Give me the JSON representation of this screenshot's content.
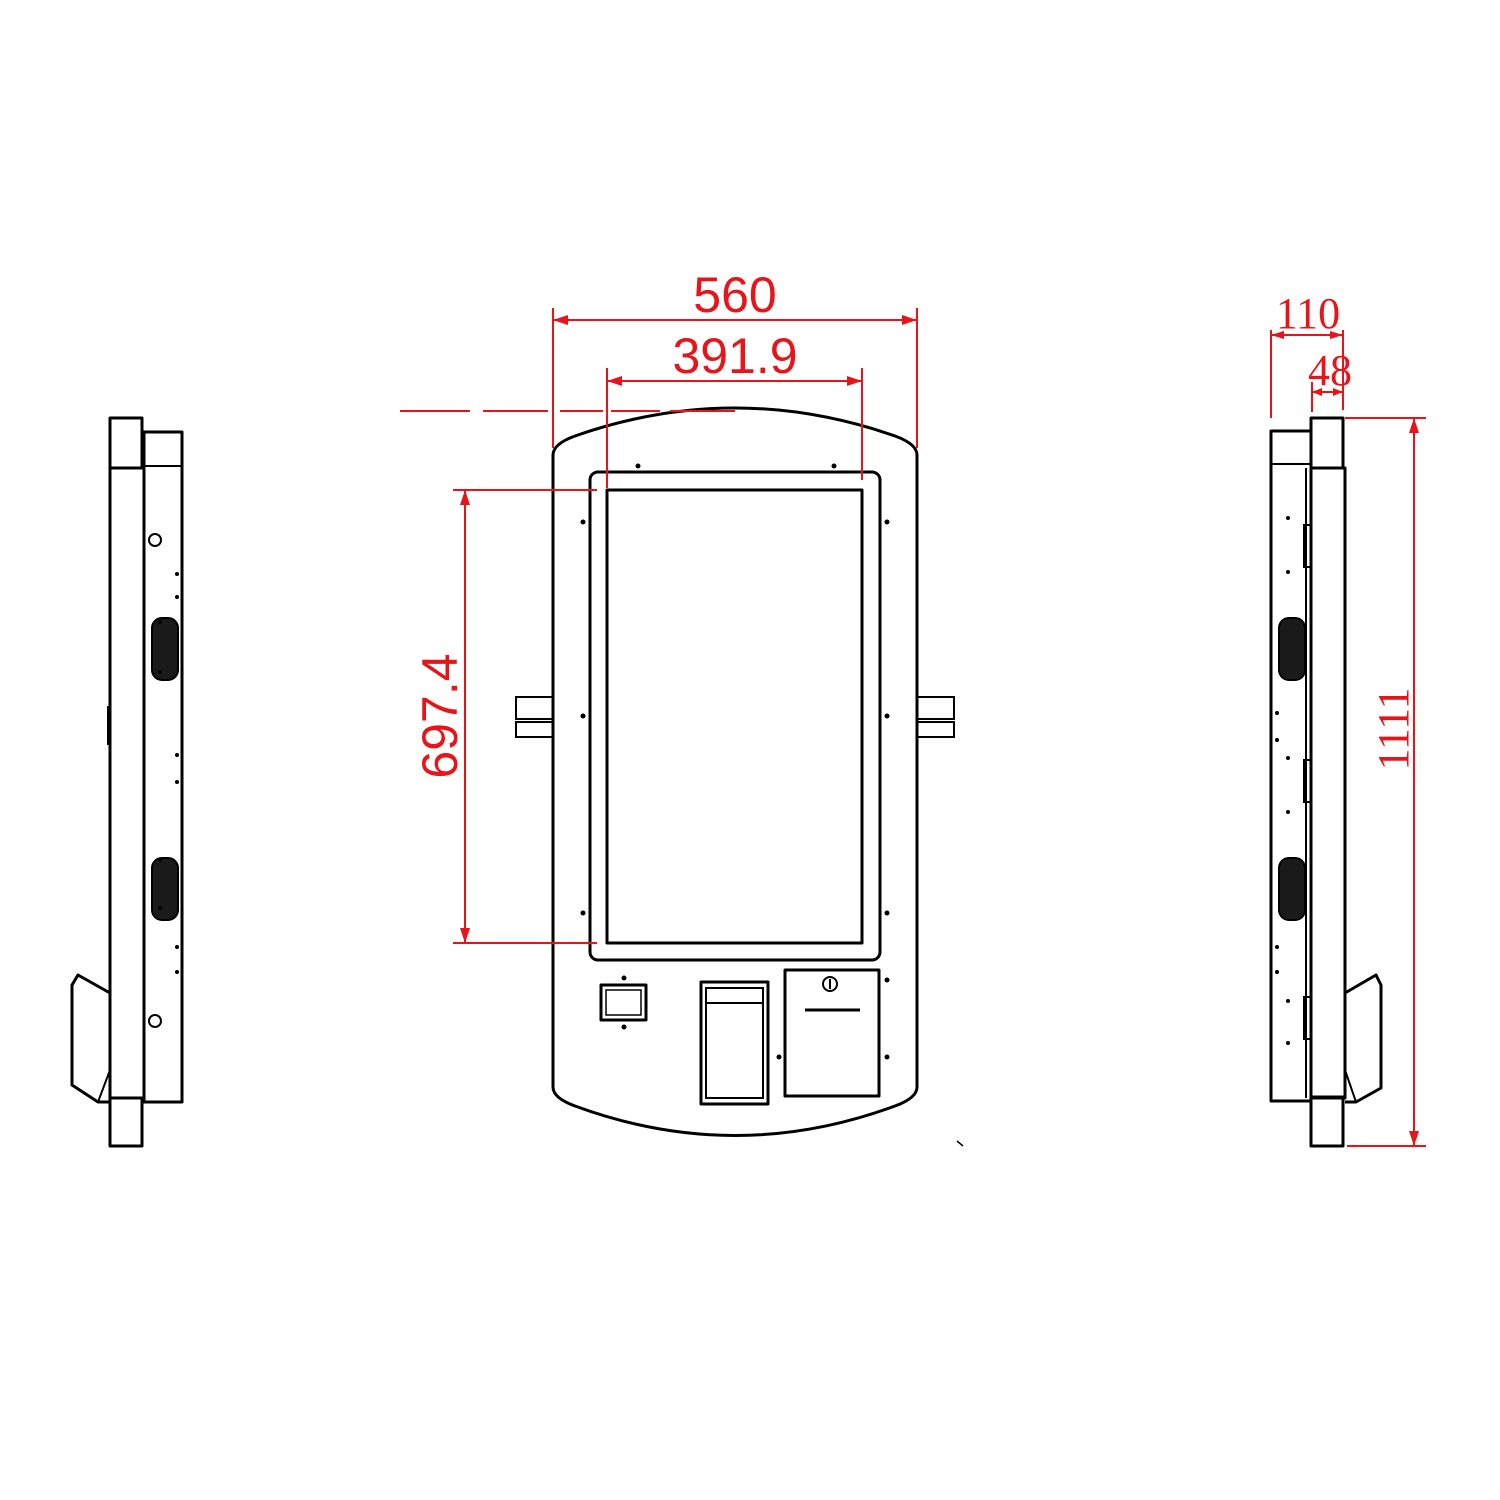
{
  "dimensions": {
    "overall_width": "560",
    "screen_width": "391.9",
    "screen_height": "697.4",
    "side_depth": "110",
    "side_panel_depth": "48",
    "overall_height": "1111"
  },
  "colors": {
    "line": "#000000",
    "dimension": "#e8141a",
    "background": "#ffffff"
  }
}
